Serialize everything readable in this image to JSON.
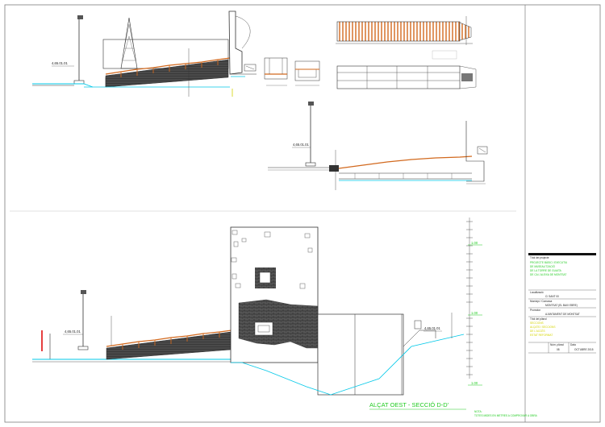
{
  "drawing": {
    "level_marks": {
      "upper_left": "4,65.01.01",
      "middle": "4,65.01.01",
      "lower_left": "4,65.01.01",
      "lower_right": "4,65.01.01"
    },
    "scale_marks": [
      "1.00",
      "1.00",
      "1.00"
    ],
    "section_title": "ALÇAT OEST - SECCIÓ D-D'"
  },
  "title_block": {
    "project_label": "Títol del projecte",
    "project_title_lines": [
      "PROJECTE BÀSIC I EXECUTIU",
      "DE MUSEALITZACIÓ",
      "DE LA TORRE DE GUAITA",
      "DE CA L'ALEIXA DE MONTSAT"
    ],
    "location_label": "Localització",
    "location_value": "C/ SANT 00",
    "municipality_label": "Municipi / Comarca",
    "municipality_value": "MONTSAT (EL BAIX EBRE)",
    "promoter_label": "Promotor",
    "promoter_value": "AJUNTAMENT DE MONTSAT",
    "plan_label": "Títol del plànol",
    "plan_title_lines": [
      "SECCIONS",
      "ALÇATS I SECCIONS",
      "DE L'ACCÉS",
      "ESTAT REFORMAT"
    ],
    "sheet_no_label": "Núm. plànol",
    "sheet_no_value": "08",
    "date_label": "Data",
    "date_value": "OCTUBRE 2015",
    "notes_label": "NOTA:",
    "notes_value": "TOTES MIDES EN METRES A COMPROVAR A OBRA"
  },
  "colors": {
    "stair_fill": "#4a4a4a",
    "rail_orange": "#d2691e",
    "terrain_cyan": "#00c8e8",
    "accent_green": "#22cc22",
    "accent_yellow": "#d4d400",
    "alert_red": "#dd0000"
  }
}
